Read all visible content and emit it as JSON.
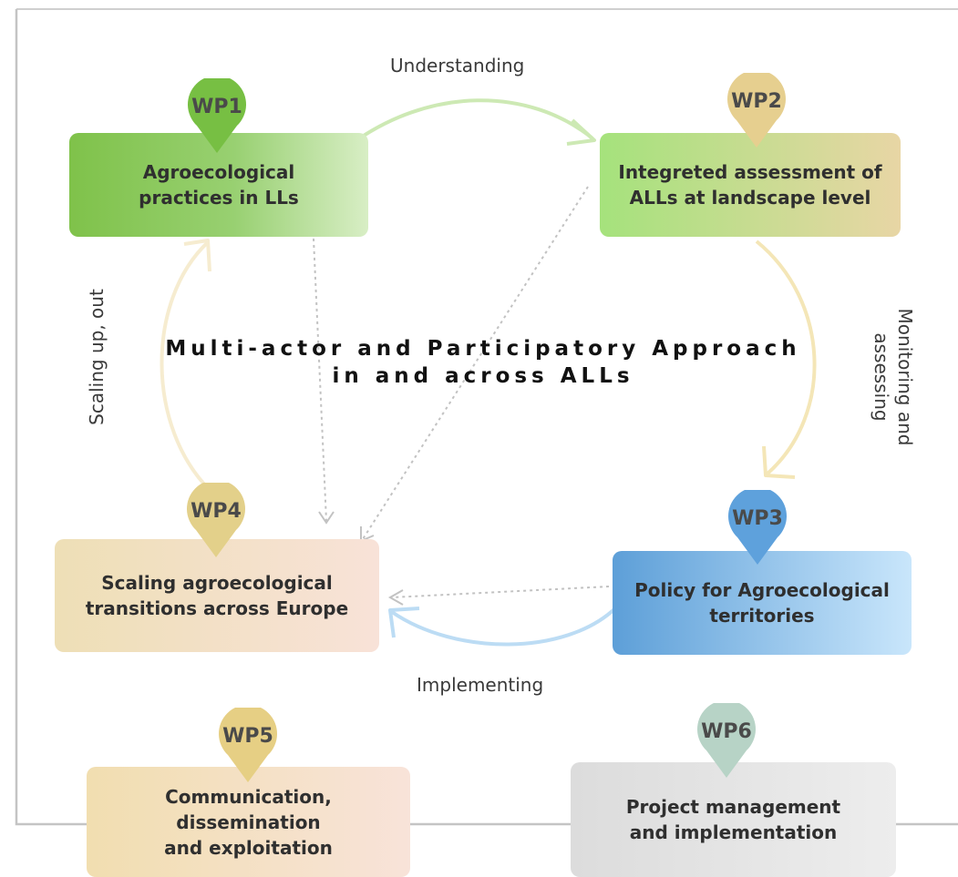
{
  "center_text": {
    "line1": "Multi-actor and Participatory Approach",
    "line2": "in and across ALLs"
  },
  "work_packages": [
    {
      "id": "WP1",
      "label": "Agroecological\npractices in LLs"
    },
    {
      "id": "WP2",
      "label": "Integreted assessment of\nALLs at landscape level"
    },
    {
      "id": "WP3",
      "label": "Policy for Agroecological\nterritories"
    },
    {
      "id": "WP4",
      "label": "Scaling agroecological\ntransitions across Europe"
    },
    {
      "id": "WP5",
      "label": "Communication,\ndissemination\nand exploitation"
    },
    {
      "id": "WP6",
      "label": "Project management\nand implementation"
    }
  ],
  "flows": {
    "understanding": "Understanding",
    "monitoring_line1": "Monitoring and",
    "monitoring_line2": "assessing",
    "implementing": "Implementing",
    "scaling": "Scaling up, out"
  },
  "colors": {
    "wp1_pin": "#77bf43",
    "wp2_pin": "#e6cf8f",
    "wp3_pin": "#5ea1dc",
    "wp4_pin": "#e3d08a",
    "wp5_pin": "#e6cf84",
    "wp6_pin": "#b7d3c6",
    "frame": "#c7c7c7",
    "dotted": "#bdbdbd"
  }
}
